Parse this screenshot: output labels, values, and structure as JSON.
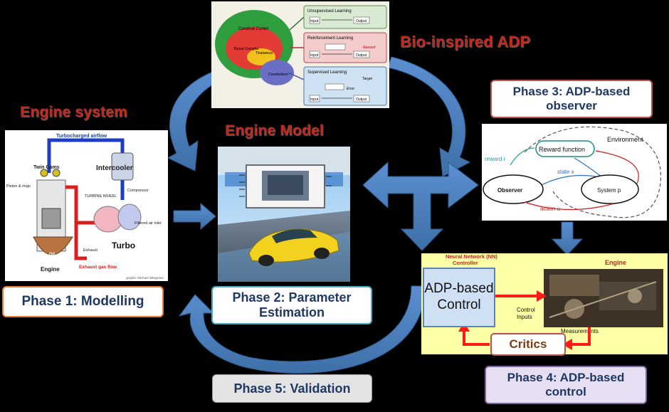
{
  "titles": {
    "bio_inspired": "Bio-inspired ADP",
    "engine_system": "Engine system",
    "engine_model": "Engine Model"
  },
  "phases": {
    "p1": "Phase 1: Modelling",
    "p2_line1": "Phase 2: Parameter",
    "p2_line2": "Estimation",
    "p3_line1": "Phase 3: ADP-based",
    "p3_line2": "observer",
    "p4_line1": "Phase 4: ADP-based",
    "p4_line2": "control",
    "p5": "Phase 5: Validation"
  },
  "bio_panel": {
    "brain_labels": [
      "Cerebral Cortex",
      "Thalamus",
      "Basal Ganglia",
      "Cerebellum"
    ],
    "unsupervised": {
      "title": "Unsupervised Learning",
      "input": "Input",
      "output": "Output"
    },
    "reinforcement": {
      "title": "Reinforcement Learning",
      "input": "Input",
      "output": "Output",
      "reward": "Reward"
    },
    "supervised": {
      "title": "Supervised Learning",
      "input": "Input",
      "output": "Output",
      "target": "Target",
      "error": "Error"
    }
  },
  "engine_panel": {
    "top_label": "Turbocharged airflow",
    "twin_cams": "Twin Cams",
    "intercooler": "Intercooler",
    "piston": "Piston & rings",
    "compressor": "Compressor",
    "turbine": "TURBINE WHEEL",
    "filtered": "Filtered air inlet",
    "exhaust": "Exhaust",
    "turbo": "Turbo",
    "oil": "Oil",
    "engine": "Engine",
    "exhaust_flow": "Exhaust gas flow",
    "credit": "graphic Michael Whayman"
  },
  "observer_panel": {
    "environment": "Environment",
    "reward_function": "Reward function",
    "reward": "reward r",
    "state": "state x",
    "observer": "Observer",
    "system": "System p",
    "action": "action u"
  },
  "control_panel": {
    "nn_controller_line1": "Neural Network (NN)",
    "nn_controller_line2": "Controller",
    "engine": "Engine",
    "adp_line1": "ADP-based",
    "adp_line2": "Control",
    "control_inputs_1": "Control",
    "control_inputs_2": "Inputs",
    "measurements": "Measurements",
    "critics": "Critics"
  },
  "colors": {
    "arrow_blue": "#4f81bd",
    "title_red": "#c0281e",
    "phase_text": "#1f3864",
    "phase1_border": "#ed7d31",
    "phase2_border": "#4bacc6",
    "phase3_border": "#c0504d",
    "phase4_fill": "#e6dff2",
    "phase5_fill": "#e3e3e3",
    "control_panel_fill": "#ffffa8"
  }
}
